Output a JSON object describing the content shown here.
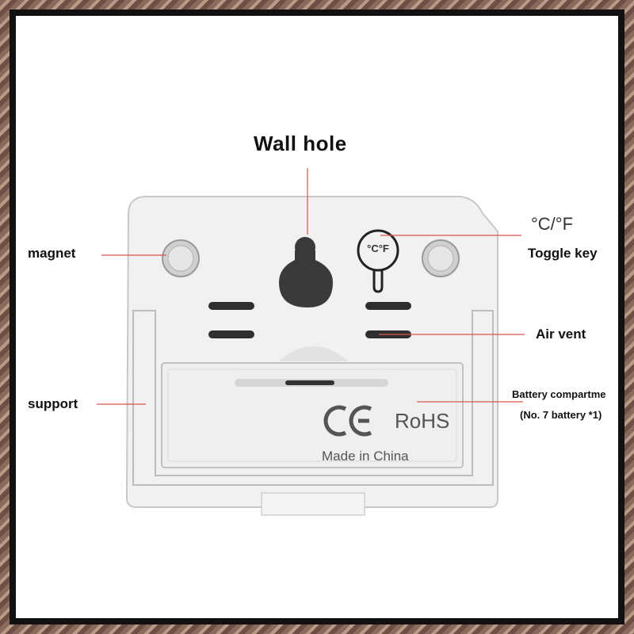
{
  "labels": {
    "wall_hole": "Wall hole",
    "temp_unit": "°C/°F",
    "toggle_key": "Toggle key",
    "magnet": "magnet",
    "air_vent": "Air vent",
    "support": "support",
    "battery_compartment": "Battery compartme",
    "battery_note": "(No. 7 battery *1)"
  },
  "device": {
    "ce_mark": "CE",
    "rohs_mark": "RoHS",
    "origin": "Made in China",
    "toggle_symbol": "°C°F"
  },
  "colors": {
    "leader_line": "#d9534f",
    "device_body": "#f2f2f2",
    "device_edge": "#c9c9c9"
  }
}
